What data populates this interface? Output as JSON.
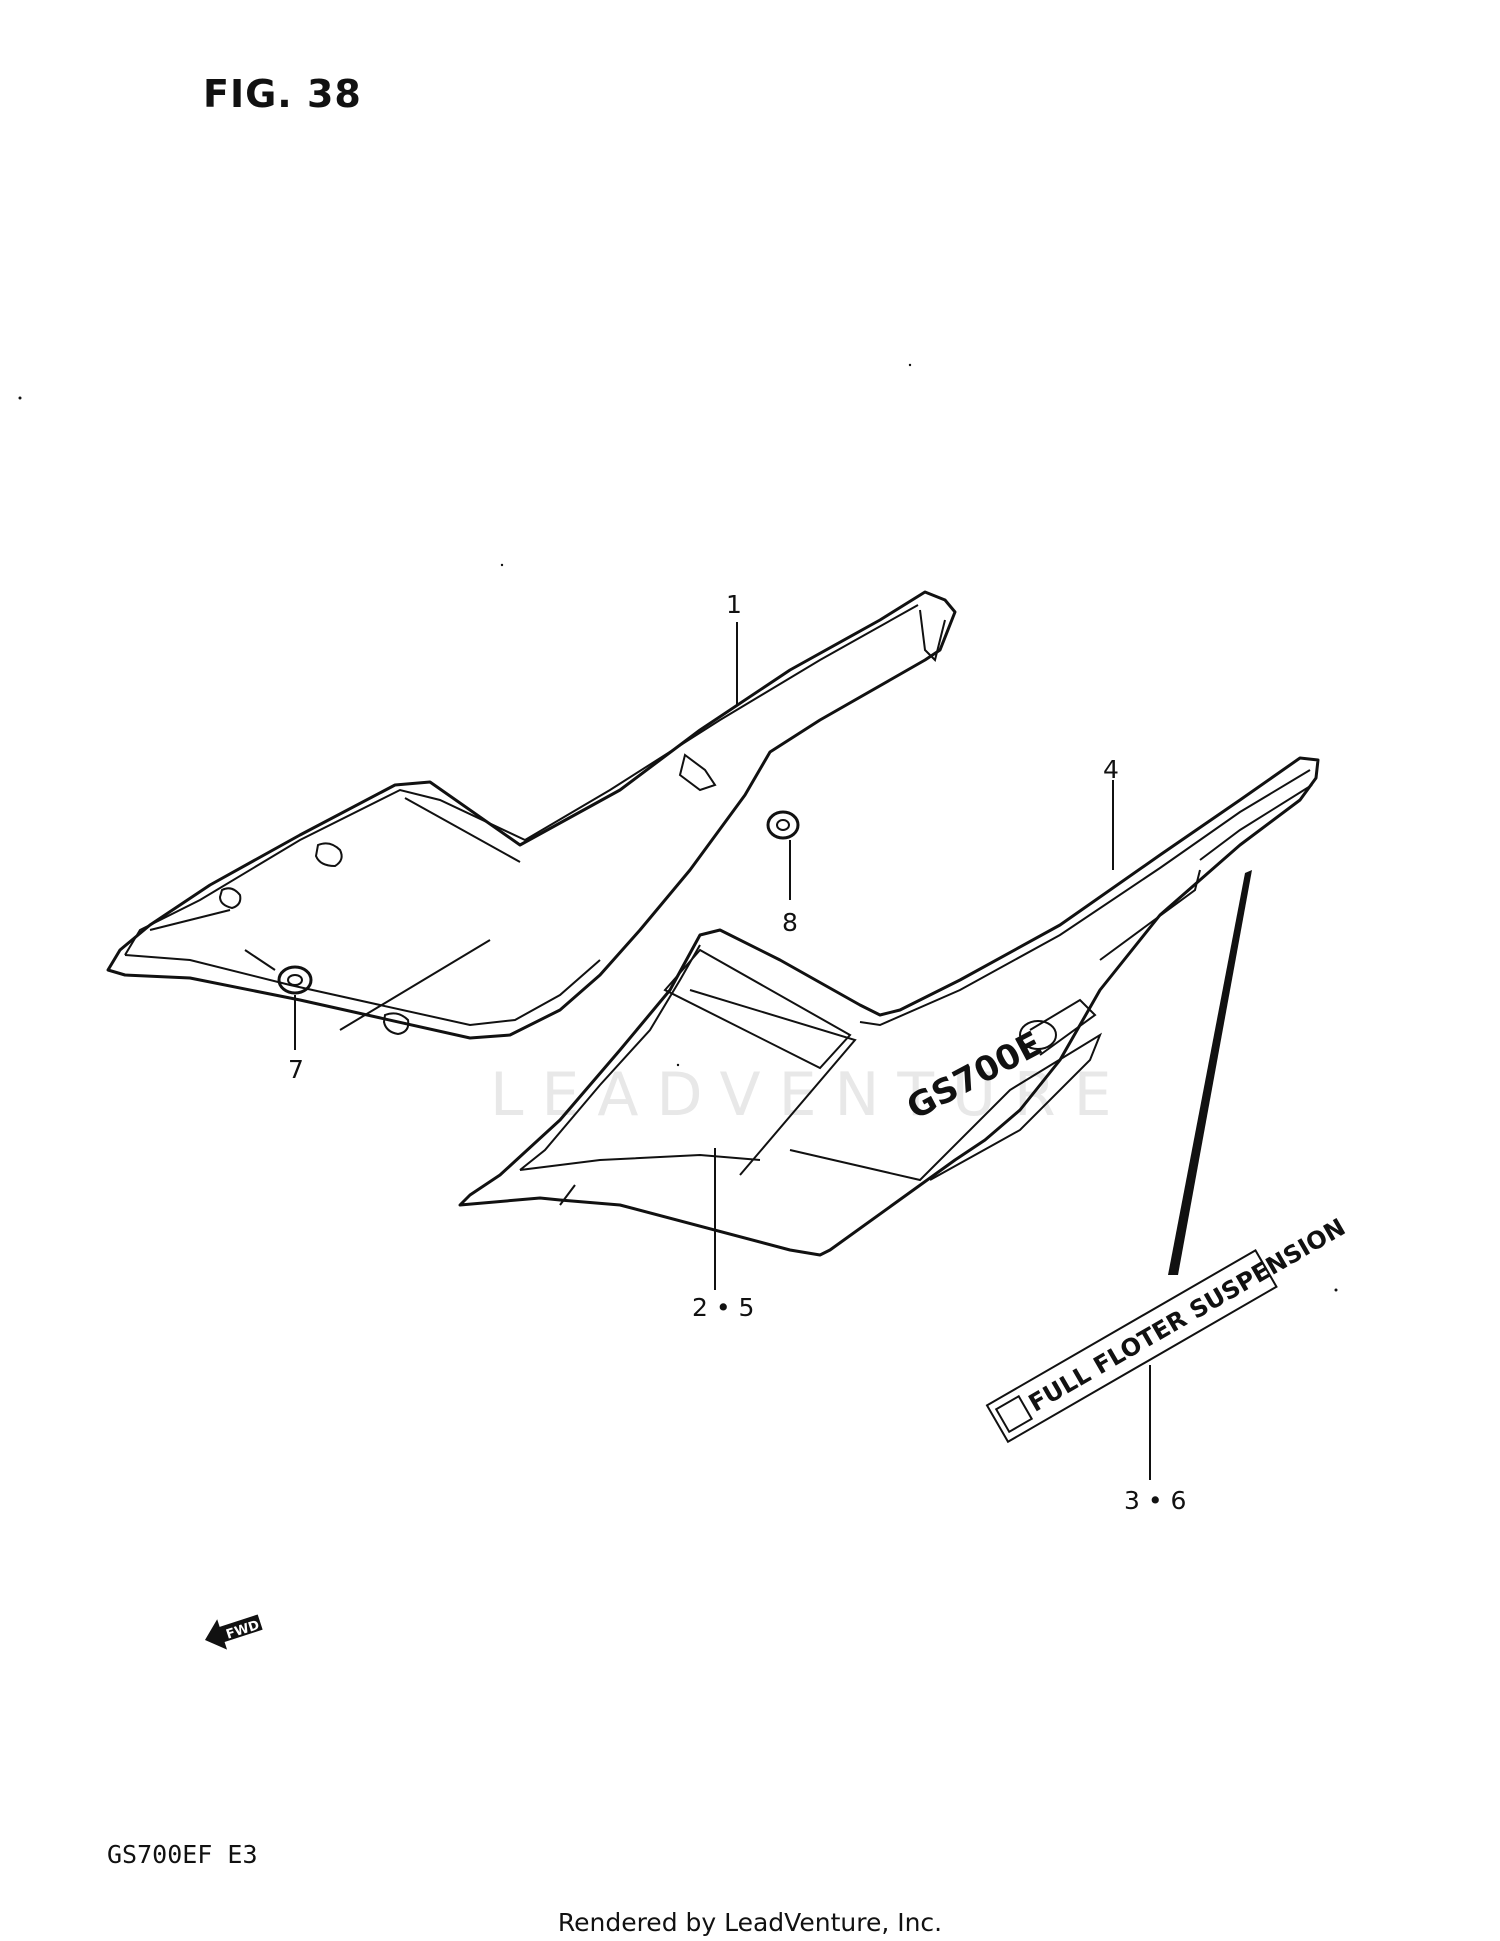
{
  "figure": {
    "title": "FIG. 38"
  },
  "callouts": {
    "part_1": "1",
    "part_4": "4",
    "part_8": "8",
    "part_7": "7",
    "part_2_5": "2 • 5",
    "part_3_6": "3 • 6"
  },
  "decals": {
    "side_cover_emblem": "GS700E",
    "stripe_emblem": "FULL FLOTER SUSPENSION"
  },
  "direction_marker": {
    "label": "FWD"
  },
  "watermark": {
    "text": "LEADVENTURE"
  },
  "model_code": "GS700EF  E3",
  "footer": {
    "credit": "Rendered by LeadVenture, Inc."
  },
  "colors": {
    "ink": "#111111",
    "watermark": "#e8e8e8"
  }
}
